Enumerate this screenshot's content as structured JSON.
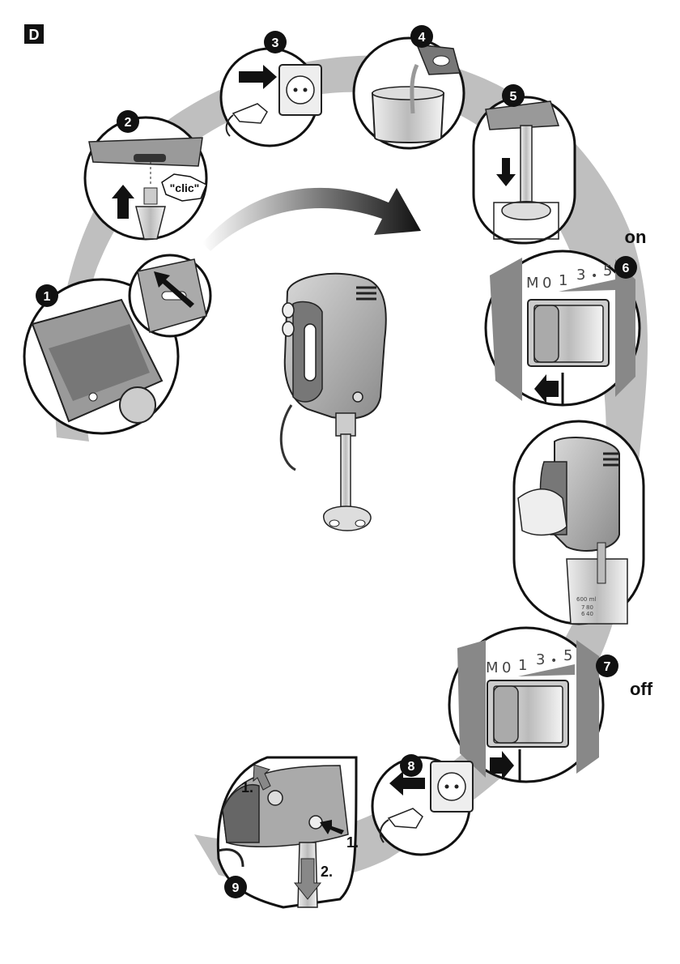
{
  "section_letter": "D",
  "steps": [
    {
      "number": "1"
    },
    {
      "number": "2"
    },
    {
      "number": "3"
    },
    {
      "number": "4"
    },
    {
      "number": "5"
    },
    {
      "number": "6"
    },
    {
      "number": "7"
    },
    {
      "number": "8"
    },
    {
      "number": "9"
    }
  ],
  "texts": {
    "clic": "\"clic\"",
    "on": "on",
    "off": "off",
    "release_step1": "1.",
    "release_step1b": "1.",
    "release_step2": "2."
  },
  "dial": {
    "m": "M",
    "zero": "0",
    "one": "1",
    "three": "3",
    "dot": "•",
    "five": "5"
  },
  "jug_scale": {
    "top": "600 ml",
    "a": "7",
    "b": "6",
    "c": "80",
    "d": "40"
  },
  "colors": {
    "ink": "#111111",
    "swirl": "#bdbdbd",
    "body": "#9a9a9a"
  }
}
